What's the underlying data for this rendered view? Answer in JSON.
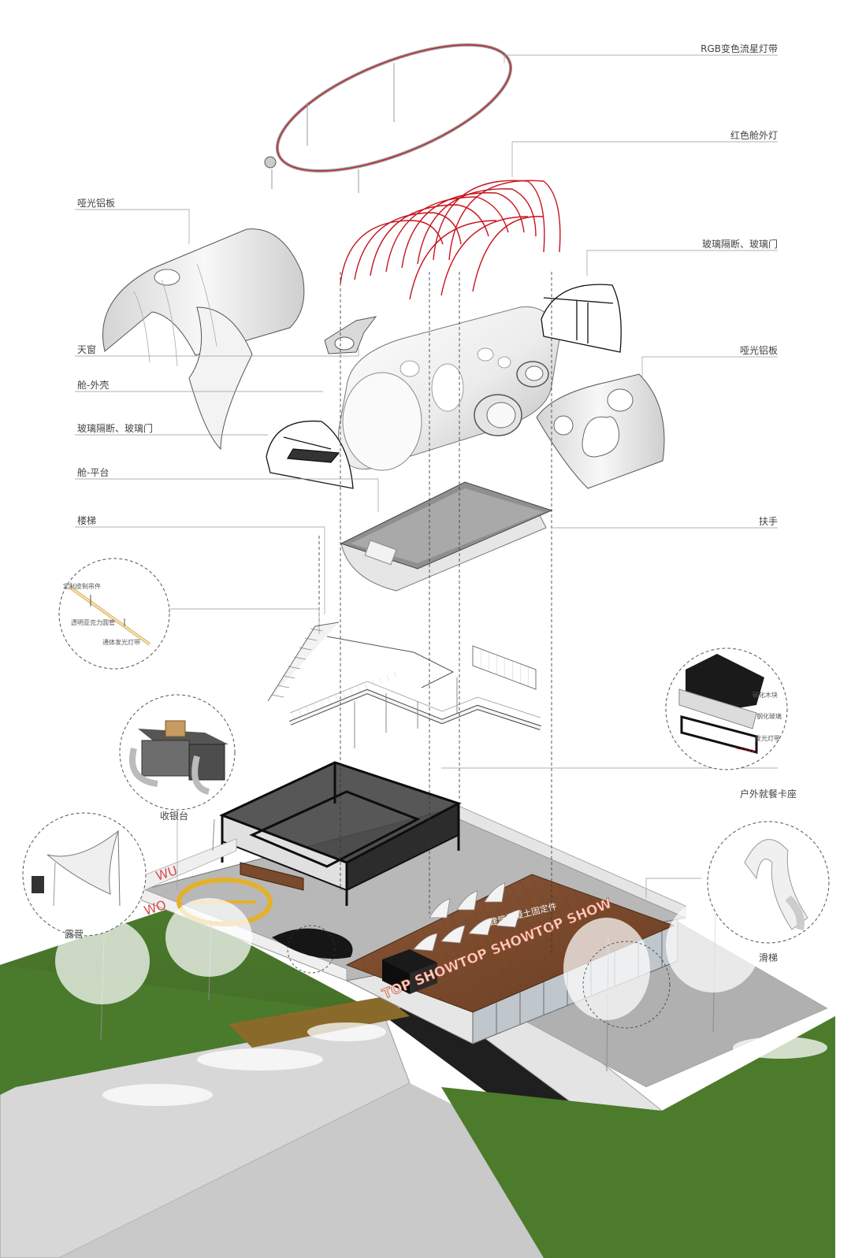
{
  "labels": {
    "rgb_strip": "RGB变色流星灯带",
    "red_light": "红色舱外灯",
    "matte_al_left": "哑光铝板",
    "glass_right": "玻璃隔断、玻璃门",
    "skylight": "天窗",
    "shell": "舱-外壳",
    "matte_al_right": "哑光铝板",
    "glass_left": "玻璃隔断、玻璃门",
    "platform": "舱-平台",
    "handrail": "扶手",
    "stairs": "楼梯",
    "cashier": "收银台",
    "outdoor_booth": "户外就餐卡座",
    "camping": "露营",
    "slide": "滑梯",
    "concrete": "建筑混凝土固定件"
  },
  "detail_lamp": {
    "line1": "定制皮制吊件",
    "line2": "透明亚克力圆管",
    "line3": "通体发光灯带"
  },
  "detail_booth": {
    "line1": "碳化木块",
    "line2": "钢化玻璃",
    "line3": "发光灯带"
  },
  "signage": {
    "top_show": "TOP SHOWTOP SHOWTOP SHOW",
    "wu_left": "WU",
    "wo_left": "WO"
  },
  "colors": {
    "red": "#c8141e",
    "grass": "#3f6a25",
    "wood": "#7a4a2c",
    "concrete": "#b9b9b9",
    "yellow": "#e3b12a"
  }
}
